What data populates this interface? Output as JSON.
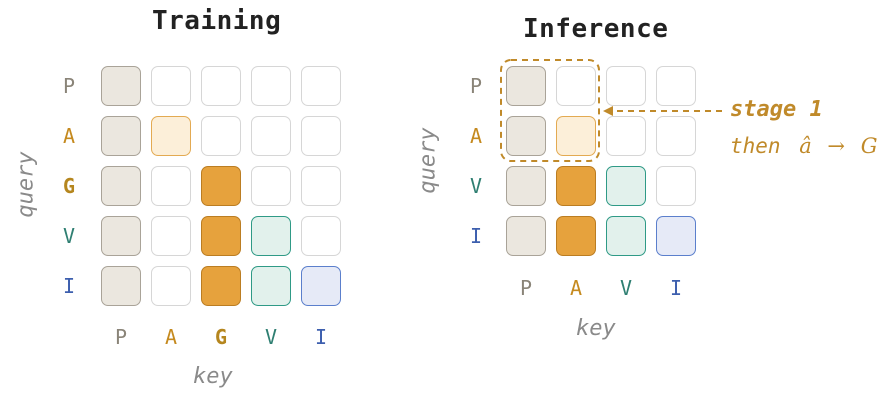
{
  "colors": {
    "P": "#8a8478",
    "A": "#c58a1f",
    "G": "#b5861e",
    "V": "#2f7f72",
    "I": "#3d5fae",
    "fill_P": "#ebe7df",
    "border_P": "#a9a398",
    "fill_A": "#fcefd9",
    "border_A": "#e3aa52",
    "fill_G": "#e6a23d",
    "border_G": "#bb7d22",
    "fill_V": "#e2f1ec",
    "border_V": "#2f9a86",
    "fill_I": "#e6eaf7",
    "border_I": "#5b7fcc",
    "empty_border": "#d6d6d6",
    "accent": "#c08a2a"
  },
  "training": {
    "title": "Training",
    "query_label": "query",
    "key_label": "key",
    "rows": [
      "P",
      "A",
      "G",
      "V",
      "I"
    ],
    "cols": [
      "P",
      "A",
      "G",
      "V",
      "I"
    ],
    "bold_tokens": [
      "G"
    ],
    "grid": [
      [
        "P",
        "",
        "",
        "",
        ""
      ],
      [
        "P",
        "A",
        "",
        "",
        ""
      ],
      [
        "P",
        "",
        "G",
        "",
        ""
      ],
      [
        "P",
        "",
        "G",
        "V",
        ""
      ],
      [
        "P",
        "",
        "G",
        "V",
        "I"
      ]
    ]
  },
  "inference": {
    "title": "Inference",
    "query_label": "query",
    "key_label": "key",
    "rows": [
      "P",
      "A",
      "V",
      "I"
    ],
    "cols": [
      "P",
      "A",
      "V",
      "I"
    ],
    "grid": [
      [
        "P",
        "",
        "",
        ""
      ],
      [
        "P",
        "A",
        "",
        ""
      ],
      [
        "P",
        "G",
        "V",
        ""
      ],
      [
        "P",
        "G",
        "V",
        "I"
      ]
    ],
    "stage_label": "stage 1",
    "then_label": "then",
    "math_from": "â",
    "math_arrow": "→",
    "math_to": "G"
  }
}
